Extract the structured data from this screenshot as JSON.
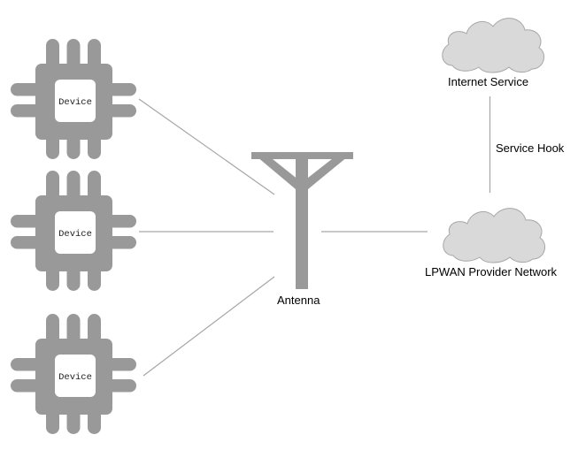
{
  "colors": {
    "chip": "#999999",
    "chip_inner": "#ffffff",
    "antenna": "#999999",
    "cloud_fill": "#d9d9d9",
    "cloud_stroke": "#a6a6a6",
    "connector": "#a6a6a6"
  },
  "devices": [
    {
      "label": "Device"
    },
    {
      "label": "Device"
    },
    {
      "label": "Device"
    }
  ],
  "antenna": {
    "label": "Antenna"
  },
  "clouds": {
    "internet": {
      "label": "Internet Service"
    },
    "lpwan": {
      "label": "LPWAN Provider Network"
    }
  },
  "connections": {
    "service_hook": {
      "label": "Service Hook"
    }
  }
}
